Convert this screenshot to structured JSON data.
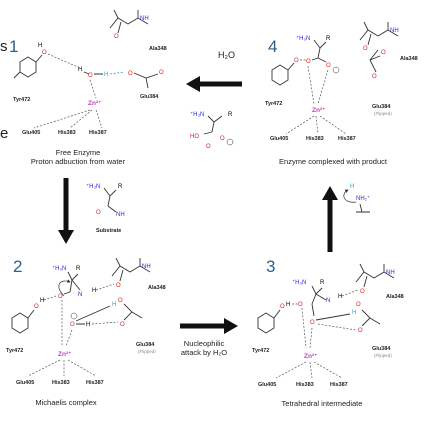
{
  "panels": {
    "p1": {
      "number": "1",
      "caption_line1": "Free Enzyme",
      "caption_line2": "Proton adbuction from water",
      "residues": [
        "Ala348",
        "Tyr472",
        "Glu384",
        "Glu405",
        "His383",
        "His387"
      ],
      "zinc": "Zn²⁺",
      "water": {
        "h1": "H",
        "o": "O",
        "h2": "H"
      }
    },
    "p2": {
      "number": "2",
      "caption": "Michaelis complex",
      "residues": [
        "Ala348",
        "Tyr472",
        "Glu384",
        "Glu405",
        "His383",
        "His387"
      ],
      "glu_note": "(Flipped)",
      "zinc": "Zn²⁺"
    },
    "p3": {
      "number": "3",
      "caption": "Tetrahedral intermediate",
      "residues": [
        "Ala348",
        "Tyr472",
        "Glu384",
        "Glu405",
        "His383",
        "His387"
      ],
      "glu_note": "(Flipped)",
      "zinc": "Zn²⁺"
    },
    "p4": {
      "number": "4",
      "caption": "Enzyme complexed with product",
      "residues": [
        "Ala348",
        "Tyr472",
        "Glu384",
        "Glu405",
        "His383",
        "His387"
      ],
      "glu_note": "(Flipped)",
      "zinc": "Zn²⁺"
    }
  },
  "transitions": {
    "water_label": "H₂O",
    "substrate_label": "Substrate",
    "attack_line1": "Nucleophilic",
    "attack_line2": "attack by H₂O",
    "amine_label": "NH₂⁺"
  },
  "edge_text": {
    "top_left": "s",
    "mid_left": "e"
  },
  "colors": {
    "accent": "#2e5f8c",
    "oxygen": "#e02020",
    "nitrogen": "#2a2ad0",
    "hydrogen": "#1aa6c8",
    "zinc": "#c040c0"
  }
}
